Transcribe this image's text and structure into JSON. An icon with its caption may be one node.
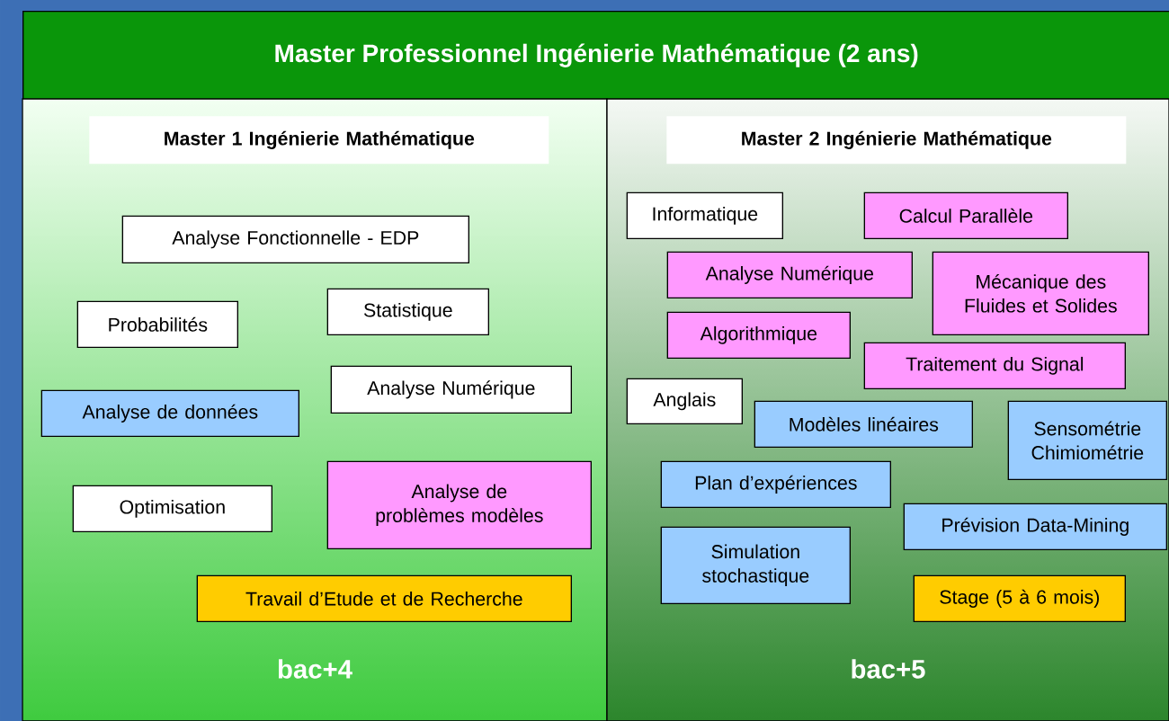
{
  "diagram": {
    "title": "Master Professionnel Ingénierie Mathématique (2 ans)",
    "nodes": [
      {
        "text": [
          "bac+4"
        ]
      },
      {
        "text": [
          "Master 1 Ingénierie Mathématique"
        ],
        "in": 0
      },
      {
        "text": [
          "Analyse Fonctionnelle - EDP"
        ],
        "in": 0
      },
      {
        "text": [
          "Probabilités"
        ],
        "in": 0
      },
      {
        "text": [
          "Statistique"
        ],
        "in": 0
      },
      {
        "text": [
          "Analyse de données"
        ],
        "in": 0
      },
      {
        "text": [
          "Analyse Numérique"
        ],
        "in": 0
      },
      {
        "text": [
          "Optimisation"
        ],
        "in": 0
      },
      {
        "text": [
          "Analyse de problèmes modèles"
        ],
        "in": 0
      },
      {
        "text": [
          "Travail d’Etude et de Recherche"
        ],
        "in": 0
      },
      {
        "text": [
          "bac+5"
        ]
      },
      {
        "text": [
          "Master 2 Ingénierie Mathématique"
        ],
        "in": 10
      },
      {
        "text": [
          "Informatique"
        ],
        "in": 10
      },
      {
        "text": [
          "Calcul Parallèle"
        ],
        "in": 10
      },
      {
        "text": [
          "Analyse Numérique"
        ],
        "in": 10
      },
      {
        "text": [
          "Mécanique des Fluides et Solides"
        ],
        "in": 10
      },
      {
        "text": [
          "Algorithmique"
        ],
        "in": 10
      },
      {
        "text": [
          "Traitement du Signal"
        ],
        "in": 10
      },
      {
        "text": [
          "Anglais"
        ],
        "in": 10
      },
      {
        "text": [
          "Modèles linéaires"
        ],
        "in": 10
      },
      {
        "text": [
          "Sensométrie Chimiométrie"
        ],
        "in": 10
      },
      {
        "text": [
          "Plan d’expériences"
        ],
        "in": 10
      },
      {
        "text": [
          "Prévision Data-Mining"
        ],
        "in": 10
      },
      {
        "text": [
          "Simulation stochastique"
        ],
        "in": 10
      },
      {
        "text": [
          "Stage (5 à 6 mois)"
        ],
        "in": 10
      }
    ]
  }
}
